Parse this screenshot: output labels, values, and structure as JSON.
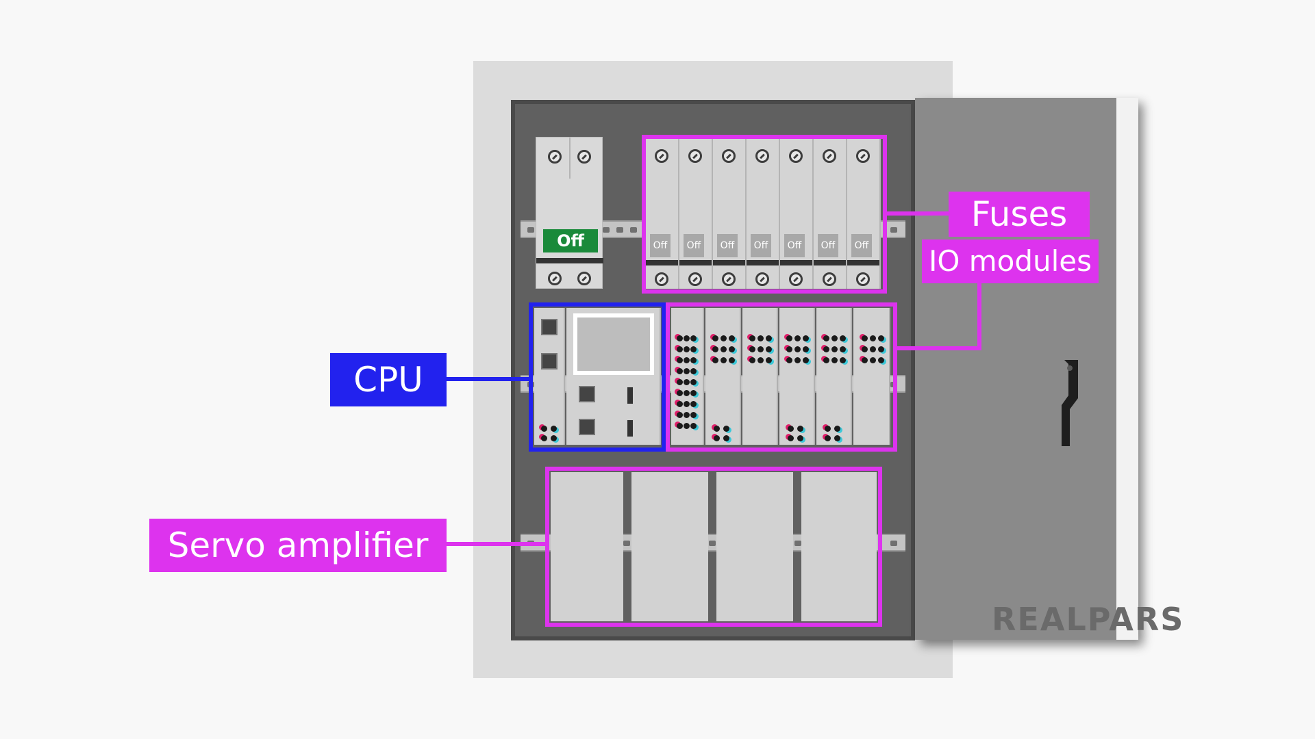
{
  "title": "",
  "breaker": {
    "label": "Off"
  },
  "fuses": {
    "off_labels": [
      "Off",
      "Off",
      "Off",
      "Off",
      "Off",
      "Off",
      "Off"
    ]
  },
  "labels": {
    "fuses": "Fuses",
    "io_modules": "IO modules",
    "cpu": "CPU",
    "servo": "Servo amplifier"
  },
  "logo": {
    "text": "REALPARS"
  },
  "colors": {
    "highlight_magenta": "#dd33ee",
    "highlight_blue": "#2222ee",
    "breaker_green": "#1a8a3a"
  }
}
